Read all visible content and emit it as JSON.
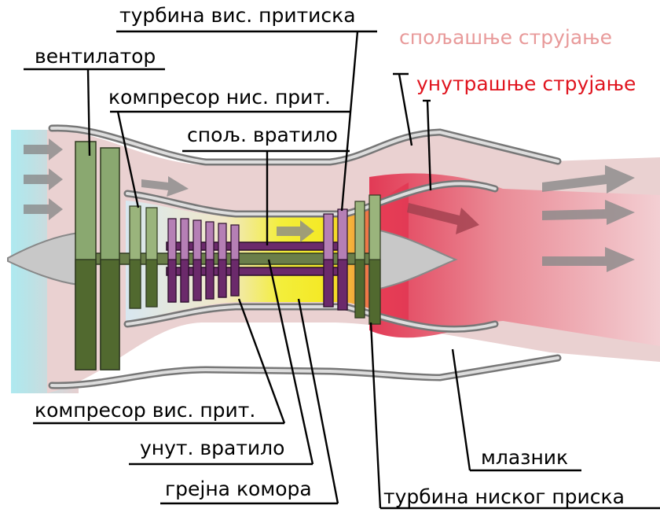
{
  "labels": {
    "hp_turbine": "турбина вис. притиска",
    "outer_flow": "спољашње струјање",
    "fan": "вентилатор",
    "inner_flow": "унутрашње струјање",
    "lp_compressor": "компресор нис. прит.",
    "outer_shaft": "спољ. вратило",
    "hp_compressor": "компресор вис. прит.",
    "inner_shaft": "унут. вратило",
    "combustor": "грејна комора",
    "nozzle": "млазник",
    "lp_turbine": "турбина ниског приска"
  },
  "colors": {
    "bypass": "#ead1d1",
    "intake": "#aee9f0",
    "hot_core": "#e23a55",
    "combustion": "#f2ee22",
    "fan_blade": "#8aa870",
    "hp_spool": "#6b2a6b"
  }
}
